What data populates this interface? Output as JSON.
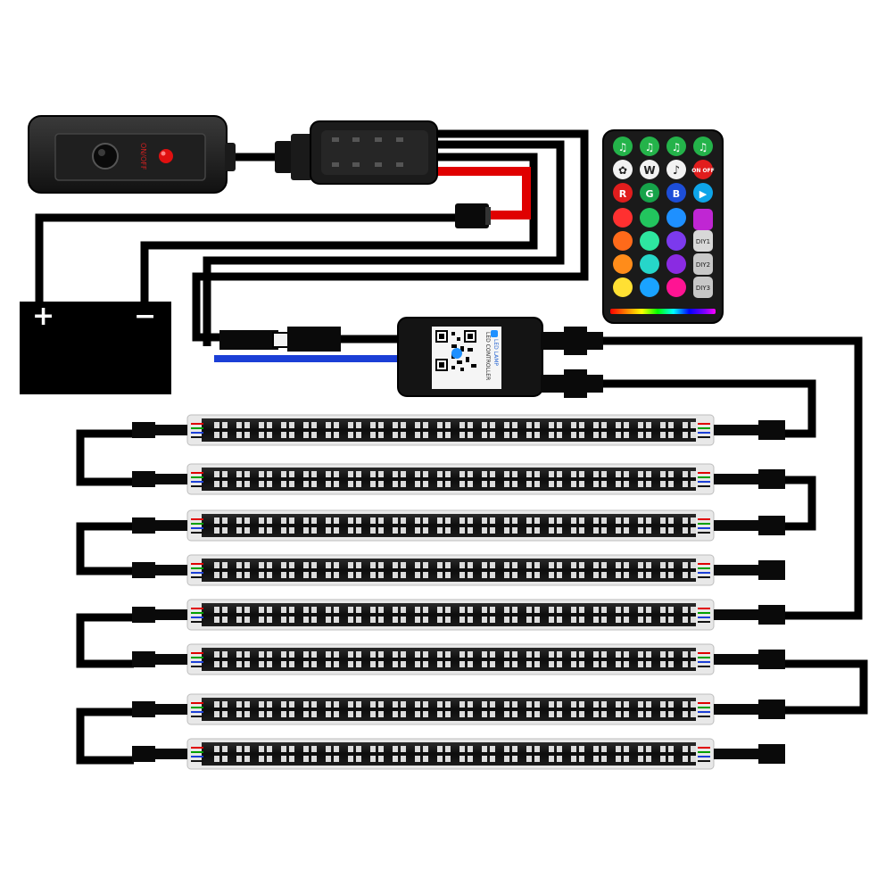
{
  "diagram": {
    "switch_box": {
      "label": "ON/OFF"
    },
    "battery": {
      "positive": "+",
      "negative": "−"
    },
    "controller": {
      "label": "LED CONTROLLER",
      "app_label": "LED LAMP"
    },
    "remote": {
      "keys": {
        "music_1": "♫",
        "music_2": "♫",
        "music_3": "♫",
        "music_4": "♫",
        "sound": "✿",
        "white": "W",
        "note": "♪",
        "power": "ON OFF",
        "red": "R",
        "green": "G",
        "blue": "B",
        "play": "▶",
        "diy1": "DIY1",
        "diy2": "DIY2",
        "diy3": "DIY3"
      }
    },
    "strip_count": 8
  },
  "colors": {
    "wire": "#000000",
    "positive_wire": "#e00000",
    "negative_wire": "#1b3fd6",
    "switch_led": "#e01010",
    "strip_body": "#111111",
    "led_chip": "#dcdcdc",
    "remote_body": "#1a1a1a",
    "remote_rows": [
      [
        "#ff3030",
        "#22c55e",
        "#1e90ff",
        "#c026d3"
      ],
      [
        "#ff6a1a",
        "#2ee6a0",
        "#1a8cff",
        "#7c3aed"
      ],
      [
        "#ff8c1a",
        "#26d6c9",
        "#0e6bd9",
        "#8a2be2"
      ],
      [
        "#ffb020",
        "#1ab7d6",
        "#6a0dad",
        "#c0c0c0"
      ],
      [
        "#ffe033",
        "#1aa3ff",
        "#ff1493",
        "#c0c0c0"
      ]
    ],
    "remote_top_keys": "#24b34a",
    "remote_rgb_row": [
      "#e11d1d",
      "#16a34a",
      "#1d4ed8",
      "#0ea5e9"
    ],
    "rainbow_bar": [
      "#ff0000",
      "#ff8000",
      "#ffff00",
      "#00ff00",
      "#00ffff",
      "#0000ff",
      "#8000ff",
      "#ff00ff"
    ]
  },
  "icons": {
    "switch_icon": "toggle-switch",
    "qr_icon": "qr-code",
    "bluetooth_icon": "bluetooth"
  }
}
